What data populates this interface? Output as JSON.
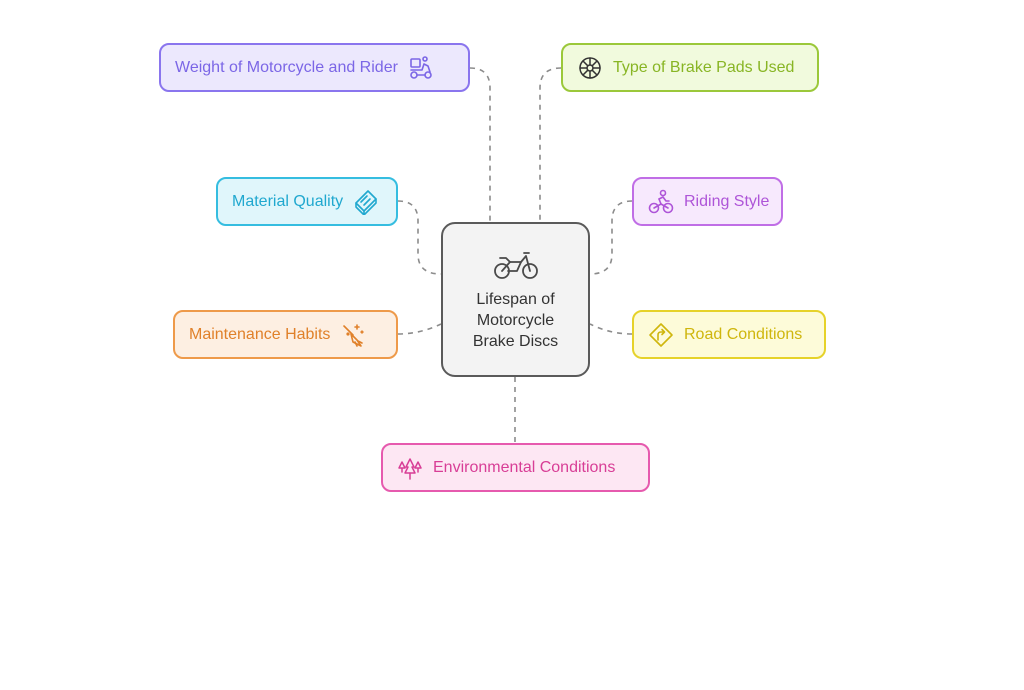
{
  "center": {
    "lines": [
      "Lifespan of",
      "Motorcycle",
      "Brake Discs"
    ],
    "icon": "motorcycle-icon"
  },
  "factors": {
    "weight": {
      "label": "Weight of Motorcycle and Rider",
      "icon": "delivery-scooter-icon",
      "color": "#8a75ee"
    },
    "pads": {
      "label": "Type of Brake Pads Used",
      "icon": "brake-disc-icon",
      "color": "#9bc83a"
    },
    "material": {
      "label": "Material Quality",
      "icon": "material-block-icon",
      "color": "#35bde0"
    },
    "riding": {
      "label": "Riding Style",
      "icon": "cyclist-icon",
      "color": "#c06ee6"
    },
    "maint": {
      "label": "Maintenance Habits",
      "icon": "broom-sparkle-icon",
      "color": "#ee9a4a"
    },
    "road": {
      "label": "Road Conditions",
      "icon": "road-sign-icon",
      "color": "#e6d22a"
    },
    "env": {
      "label": "Environmental Conditions",
      "icon": "trees-icon",
      "color": "#e65aae"
    }
  }
}
